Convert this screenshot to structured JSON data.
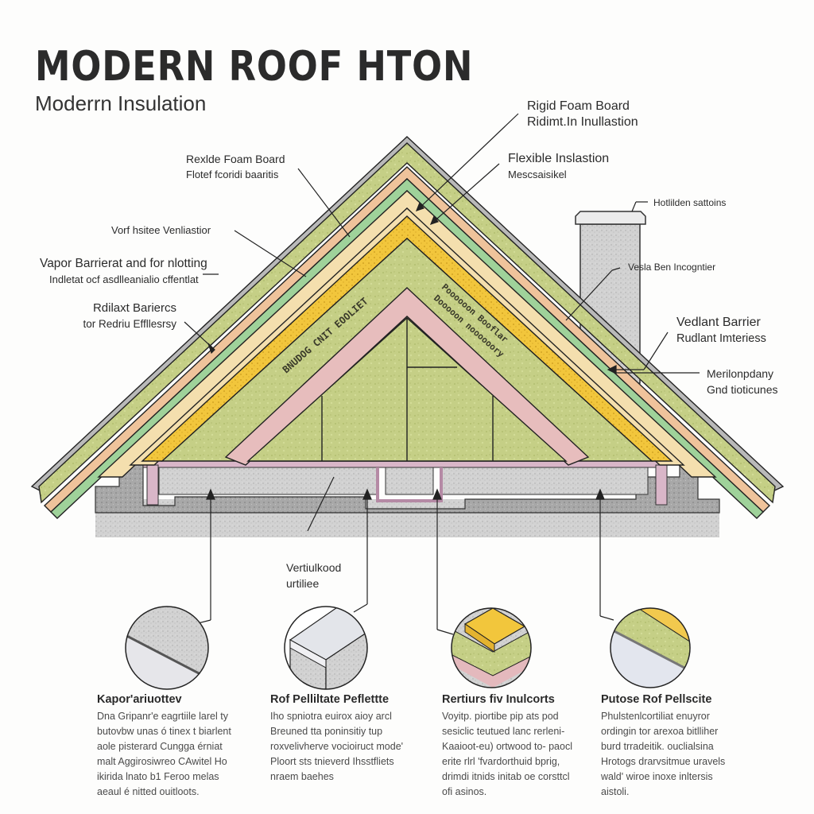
{
  "header": {
    "title": "MODERN ROOF HTON",
    "subtitle": "Moderrn Insulation"
  },
  "colors": {
    "green_insulation": "#c4cf86",
    "tan_board": "#f4dfae",
    "peach_layer": "#eec29a",
    "mint_layer": "#9fd29a",
    "yellow_foam": "#f2c53a",
    "pink_rafter": "#e6bcbc",
    "concrete": "#cfcfcf",
    "concrete_dark": "#9e9e9e",
    "outline": "#222222"
  },
  "callouts": {
    "left": [
      {
        "id": "rexide-foam-board",
        "line1": "Rexlde Foam Board",
        "line2": "Flotef fcoridi baaritis"
      },
      {
        "id": "vorf-ventilation",
        "line1": "Vorf hsitee Venliastior",
        "line2": ""
      },
      {
        "id": "vapor-barrier",
        "line1": "Vapor Barrierat and for nlotting",
        "line2": "Indletat ocf asdlleanialio cffentlat"
      },
      {
        "id": "radiant-barrier",
        "line1": "Rdilaxt Bariercs",
        "line2": "tor Redriu Effllesrsy"
      }
    ],
    "right": [
      {
        "id": "rigid-foam-board",
        "line1": "Rigid Foam Board",
        "line2": "Ridimt.In Inullastion"
      },
      {
        "id": "flexible-insulation",
        "line1": "Flexible Inslastion",
        "line2": "Mescsaisikel"
      },
      {
        "id": "chimney-cap",
        "line1": "Hotlilden sattoins",
        "line2": ""
      },
      {
        "id": "chimney-body",
        "line1": "Vesla Ben Incogntier",
        "line2": ""
      },
      {
        "id": "vedlant-barrier",
        "line1": "Vedlant Barrier",
        "line2": "Rudlant Imteriess"
      },
      {
        "id": "merilonpdany",
        "line1": "Merilonpdany",
        "line2": "Gnd tioticunes"
      }
    ],
    "center": {
      "line1": "Vertiulkood",
      "line2": "urtiliee"
    }
  },
  "in_diagram_text": {
    "left_slope": "BNUDOG CNIT EOOLIET",
    "right_slope_line1": "Poooooon Booflar",
    "right_slope_line2": "Dooooon noooooory"
  },
  "details": [
    {
      "id": "detail-1",
      "swatch": "concrete-slab",
      "title": "Kapor'ariuottev",
      "body": "Dna Gripanr'e eagrtiile larel ty butovbw unas ó tinex t biarlent aole pisterard Cungga érniat malt Aggirosiwreo CAwitel Ho ikirida lnato b1 Feroo melas aeaul é nitted ouitloots."
    },
    {
      "id": "detail-2",
      "swatch": "board-on-concrete",
      "title": "Rof Pelliltate Peflettte",
      "body": "Iho spniotra euirox aioy arcl Breuned tta poninsitiy tup roxvelivherve vocioiruct mode' Ploort sts tnieverd Ihsstfliets nraem baehes"
    },
    {
      "id": "detail-3",
      "swatch": "layered-foam",
      "title": "Rertiurs fiv Inulcorts",
      "body": "Voyitp. piortibe pip ats pod sesiclic teutued lanc rerleni- Kaaioot-eu) ortwood to- paocl erite rlrl 'fvardorthuid bprig, drimdi itnids initab oe corsttcl ofi asinos."
    },
    {
      "id": "detail-4",
      "swatch": "insulation-on-panel",
      "title": "Putose Rof Pellscite",
      "body": "Phulstenlcortiliat enuyror ordingin tor arexoa bitlliher burd trradeitik. ouclialsina Hrotogs drarvsitmue uravels wald' wiroe inoxe inltersis aistoli."
    }
  ]
}
